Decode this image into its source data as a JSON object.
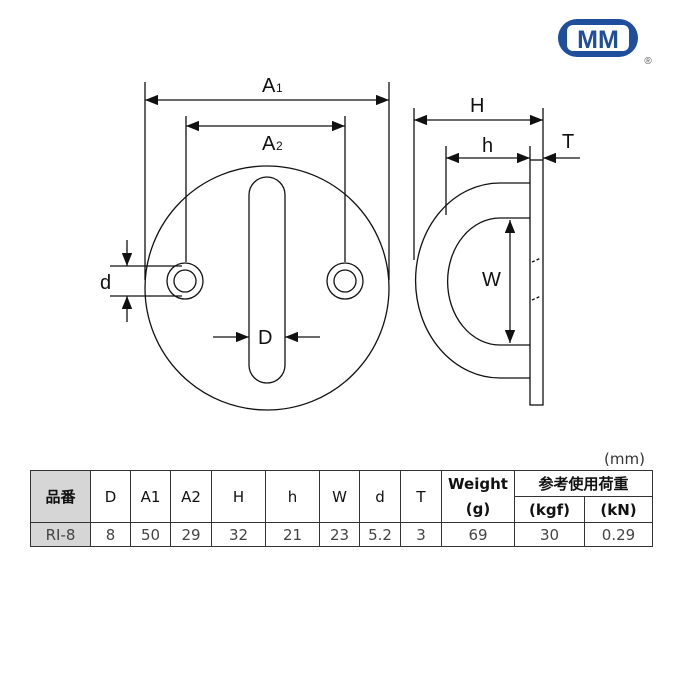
{
  "brand": {
    "logo_text": "MM",
    "registered": "®",
    "color": "#1f4e9c"
  },
  "drawing_labels": {
    "A1": "A",
    "A1_sub": "1",
    "A2": "A",
    "A2_sub": "2",
    "d": "d",
    "D": "D",
    "H": "H",
    "h": "h",
    "T": "T",
    "W": "W"
  },
  "table": {
    "unit": "(mm)",
    "headers": [
      "品番",
      "D",
      "A1",
      "A2",
      "H",
      "h",
      "W",
      "d",
      "T"
    ],
    "weight_header": "Weight",
    "weight_unit": "(g)",
    "load_header": "参考使用荷重",
    "load_units": [
      "(kgf)",
      "(kN)"
    ],
    "row": [
      "RI-8",
      "8",
      "50",
      "29",
      "32",
      "21",
      "23",
      "5.2",
      "3",
      "69",
      "30",
      "0.29"
    ]
  }
}
